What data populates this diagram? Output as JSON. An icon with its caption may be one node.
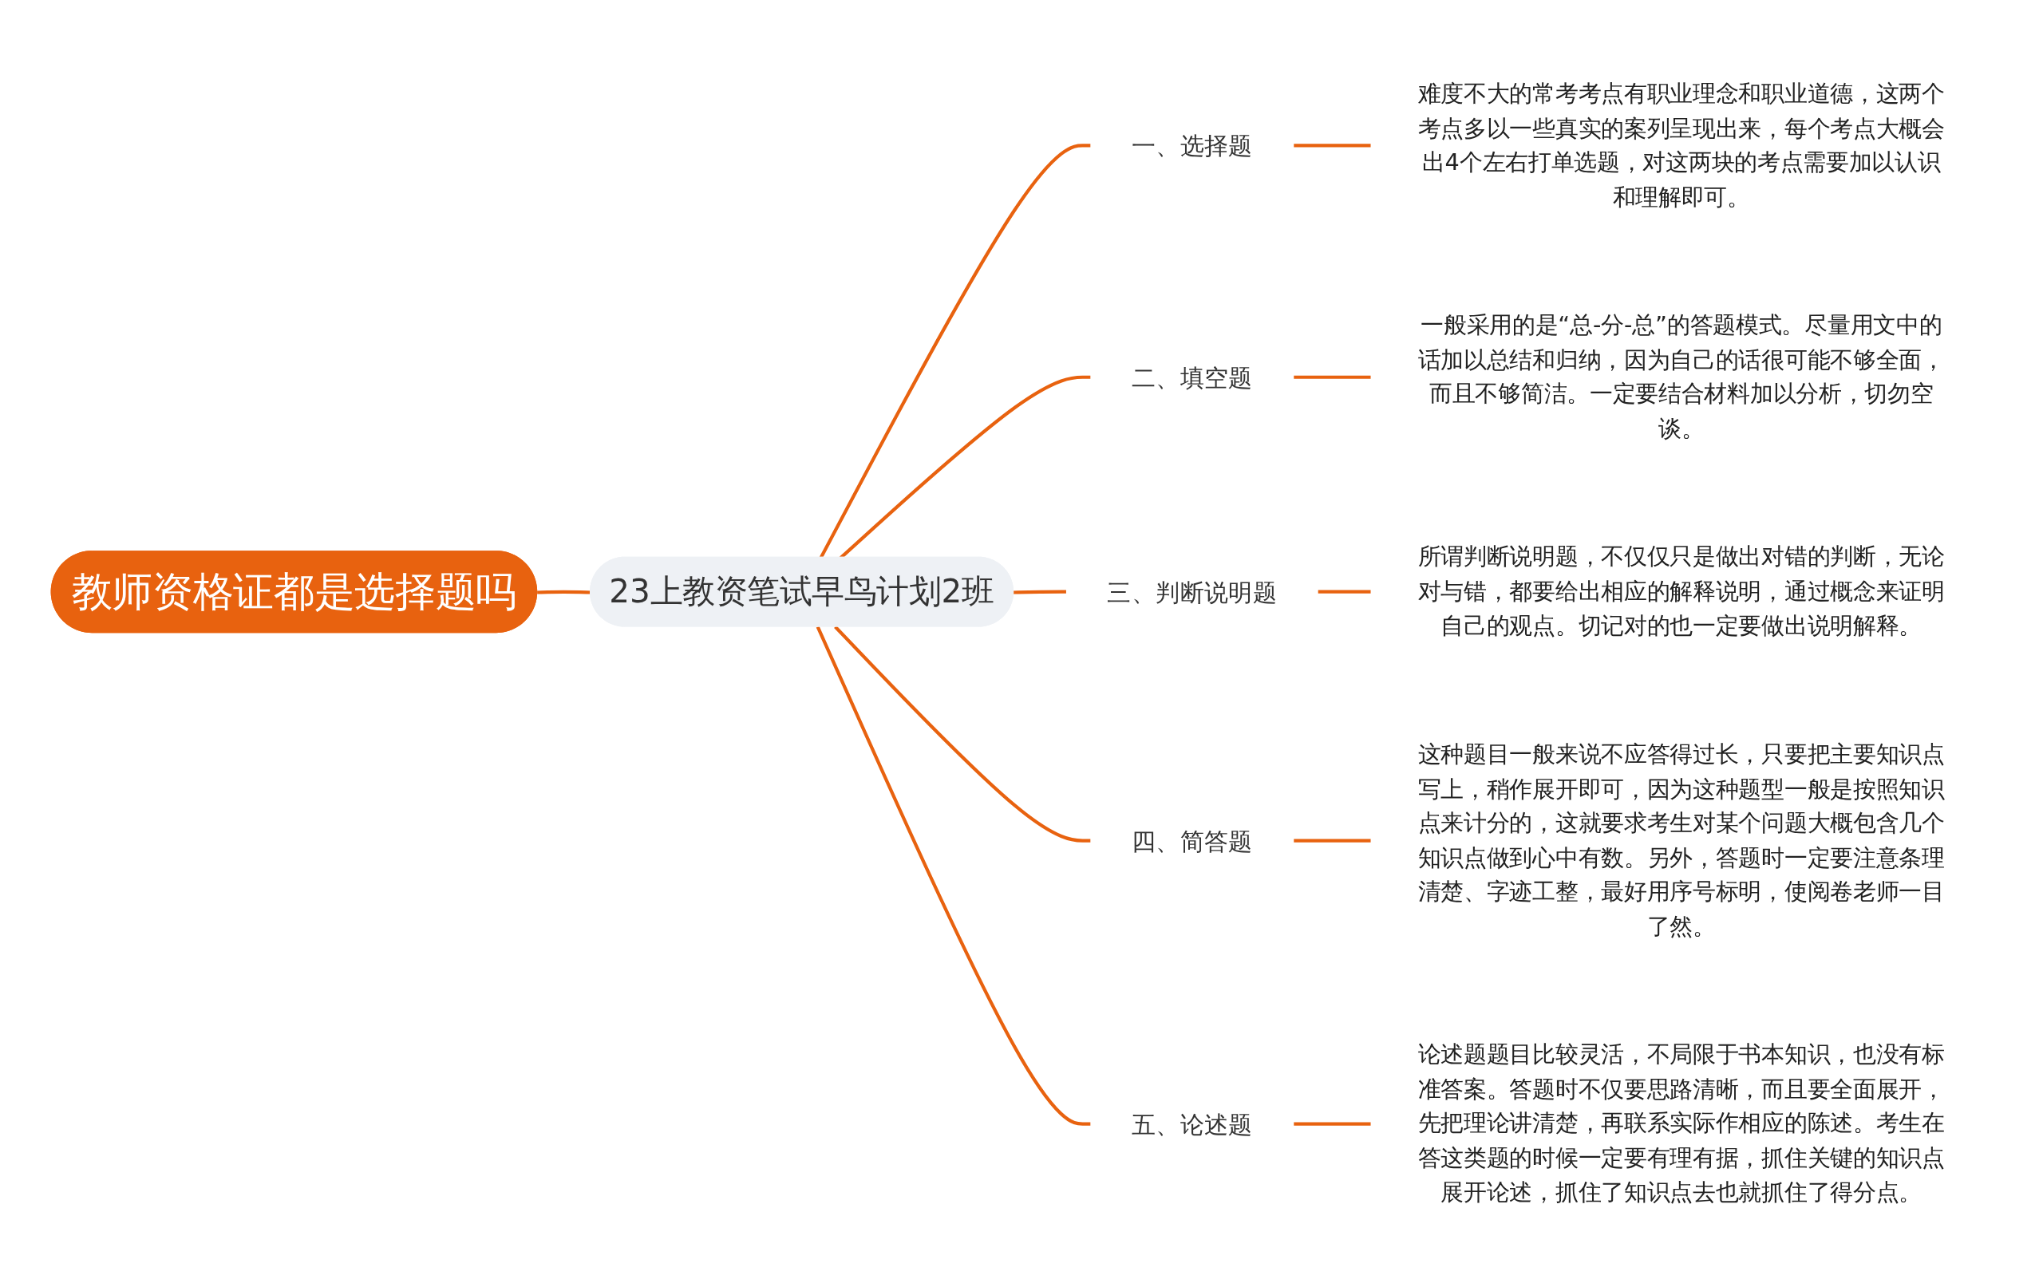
{
  "diagram": {
    "nodes": [
      {
        "text": [
          "教师资格证都是选择题吗"
        ]
      },
      {
        "text": [
          "23上教资笔试早鸟计划2班"
        ]
      },
      {
        "text": [
          "一、选择题"
        ]
      },
      {
        "text": [
          "难度不大的常考考点有职业理念和职业道德，这两个考点多以一些真实的案列呈现出来，每个考点大概会出4个左右打单选题，对这两块的考点需要加以认识和理解即可。"
        ]
      },
      {
        "text": [
          "二、填空题"
        ]
      },
      {
        "text": [
          "一般采用的是“总-分-总”的答题模式。尽量用文中的话加以总结和归纳，因为自己的话很可能不够全面，而且不够简洁。一定要结合材料加以分析，切勿空谈。"
        ]
      },
      {
        "text": [
          "三、判断说明题"
        ]
      },
      {
        "text": [
          "所谓判断说明题，不仅仅只是做出对错的判断，无论对与错，都要给出相应的解释说明，通过概念来证明自己的观点。切记对的也一定要做出说明解释。"
        ]
      },
      {
        "text": [
          "四、简答题"
        ]
      },
      {
        "text": [
          "这种题目一般来说不应答得过长，只要把主要知识点写上，稍作展开即可，因为这种题型一般是按照知识点来计分的，这就要求考生对某个问题大概包含几个知识点做到心中有数。另外，答题时一定要注意条理清楚、字迹工整，最好用序号标明，使阅卷老师一目了然。"
        ]
      },
      {
        "text": [
          "五、论述题"
        ]
      },
      {
        "text": [
          "论述题题目比较灵活，不局限于书本知识，也没有标准答案。答题时不仅要思路清晰，而且要全面展开，先把理论讲清楚，再联系实际作相应的陈述。考生在答这类题的时候一定要有理有据，抓住关键的知识点展开论述，抓住了知识点去也就抓住了得分点。"
        ]
      }
    ],
    "edges": [
      {
        "from": 0,
        "to": 1,
        "arrow": "none"
      },
      {
        "from": 1,
        "to": 2,
        "arrow": "none"
      },
      {
        "from": 1,
        "to": 4,
        "arrow": "none"
      },
      {
        "from": 1,
        "to": 6,
        "arrow": "none"
      },
      {
        "from": 1,
        "to": 8,
        "arrow": "none"
      },
      {
        "from": 1,
        "to": 10,
        "arrow": "none"
      },
      {
        "from": 2,
        "to": 3,
        "arrow": "none"
      },
      {
        "from": 4,
        "to": 5,
        "arrow": "none"
      },
      {
        "from": 6,
        "to": 7,
        "arrow": "none"
      },
      {
        "from": 8,
        "to": 9,
        "arrow": "none"
      },
      {
        "from": 10,
        "to": 11,
        "arrow": "none"
      }
    ]
  }
}
